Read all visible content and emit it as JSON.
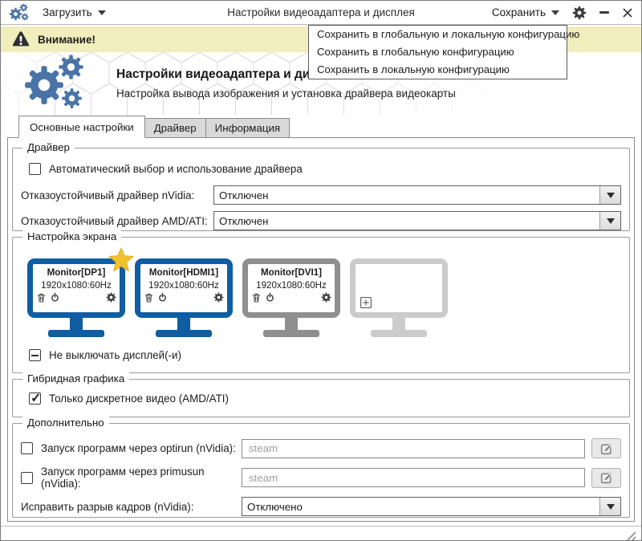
{
  "titlebar": {
    "load_label": "Загрузить",
    "title": "Настройки видеоадаптера и дисплея",
    "save_label": "Сохранить"
  },
  "banner": {
    "text": "Внимание!"
  },
  "save_menu": {
    "items": [
      "Сохранить в глобальную и локальную конфигурацию",
      "Сохранить в глобальную конфигурацию",
      "Сохранить в локальную конфигурацию"
    ]
  },
  "header": {
    "title": "Настройки видеоадаптера и дисплея",
    "subtitle": "Настройка вывода изображения и установка драйвера видеокарты"
  },
  "tabs": [
    {
      "label": "Основные настройки",
      "active": true
    },
    {
      "label": "Драйвер",
      "active": false
    },
    {
      "label": "Информация",
      "active": false
    }
  ],
  "driver": {
    "legend": "Драйвер",
    "auto_checkbox_label": "Автоматический выбор и использование драйвера",
    "auto_checkbox_checked": false,
    "nvidia_failsafe_label": "Отказоустойчивый драйвер nVidia:",
    "nvidia_failsafe_value": "Отключен",
    "amd_failsafe_label": "Отказоустойчивый драйвер AMD/ATI:",
    "amd_failsafe_value": "Отключен"
  },
  "screen": {
    "legend": "Настройка экрана",
    "monitors": [
      {
        "name": "Monitor[DP1]",
        "resolution": "1920x1080:60Hz",
        "primary": true,
        "state": "enabled-blue"
      },
      {
        "name": "Monitor[HDMI1]",
        "resolution": "1920x1080:60Hz",
        "primary": false,
        "state": "enabled-blue"
      },
      {
        "name": "Monitor[DVI1]",
        "resolution": "1920x1080:60Hz",
        "primary": false,
        "state": "connected-gray"
      },
      {
        "name": "",
        "resolution": "",
        "primary": false,
        "state": "empty-add-slot"
      }
    ],
    "keep_on_label": "Не выключать дисплей(-и)",
    "keep_on_state": "indeterminate"
  },
  "hybrid": {
    "legend": "Гибридная графика",
    "discrete_label": "Только дискретное видео (AMD/ATI)",
    "discrete_checked": true
  },
  "additional": {
    "legend": "Дополнительно",
    "optirun_label": "Запуск программ через optirun (nVidia):",
    "optirun_checked": false,
    "optirun_placeholder": "steam",
    "primusun_label": "Запуск программ через primusun (nVidia):",
    "primusun_checked": false,
    "primusun_placeholder": "steam",
    "tearing_label": "Исправить разрыв кадров (nVidia):",
    "tearing_value": "Отключено"
  },
  "colors": {
    "accent_blue": "#4a74a8",
    "monitor_blue": "#0f5da2",
    "monitor_gray": "#8f8f8f",
    "monitor_light_gray": "#cbcbcb",
    "star_gold": "#f2c12e",
    "banner_yellow": "#f1eebd",
    "tab_inactive": "#d9d9d9"
  }
}
